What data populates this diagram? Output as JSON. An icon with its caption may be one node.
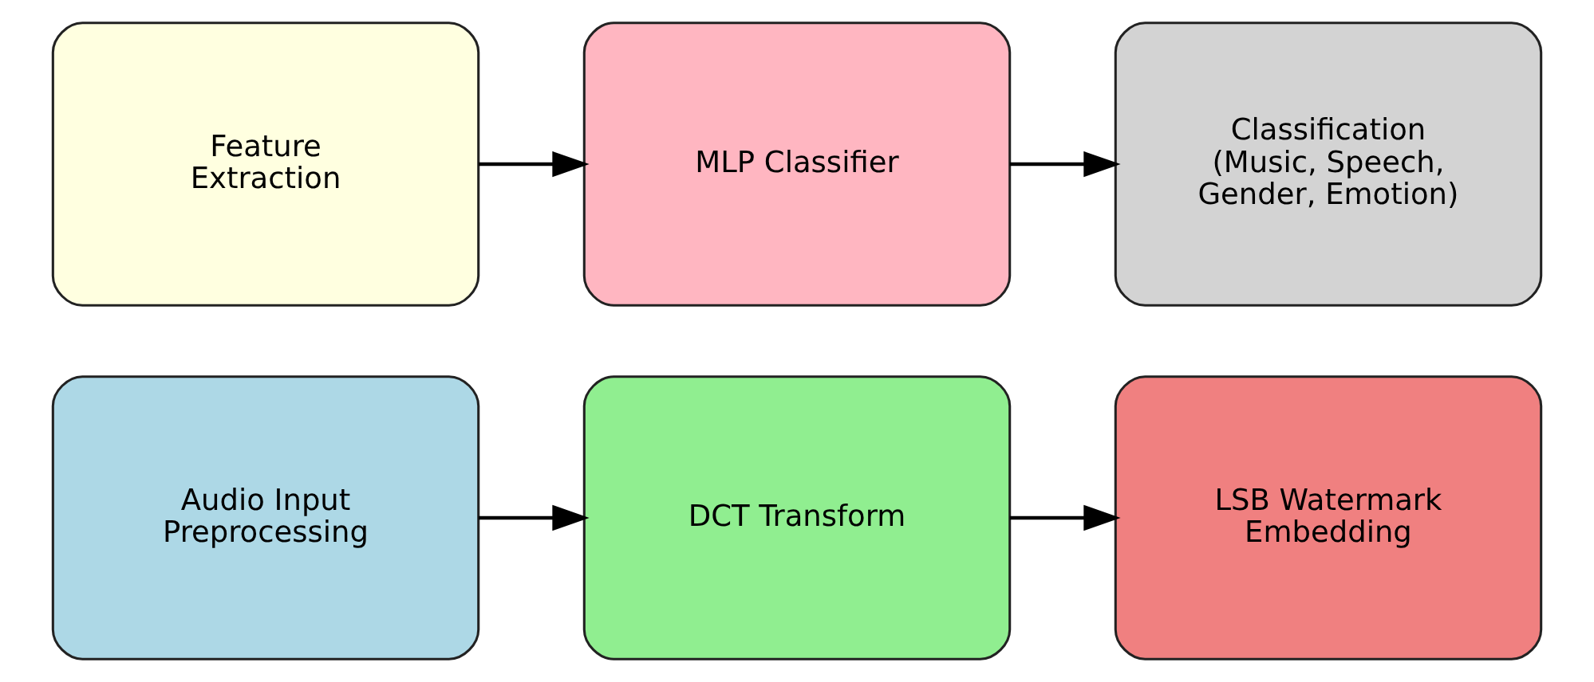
{
  "diagram": {
    "nodes": [
      {
        "text": [
          "Audio Input Preprocessing"
        ]
      },
      {
        "text": [
          "DCT Transform"
        ]
      },
      {
        "text": [
          "LSB Watermark Embedding"
        ]
      },
      {
        "text": [
          "Feature Extraction"
        ]
      },
      {
        "text": [
          "MLP Classifier"
        ]
      },
      {
        "text": [
          "Classification (Music, Speech, Gender, Emotion)"
        ]
      }
    ],
    "edges": [
      {
        "from": 0,
        "to": 1,
        "arrow": "to"
      },
      {
        "from": 1,
        "to": 2,
        "arrow": "to"
      },
      {
        "from": 3,
        "to": 4,
        "arrow": "to"
      },
      {
        "from": 4,
        "to": 5,
        "arrow": "to"
      }
    ]
  }
}
